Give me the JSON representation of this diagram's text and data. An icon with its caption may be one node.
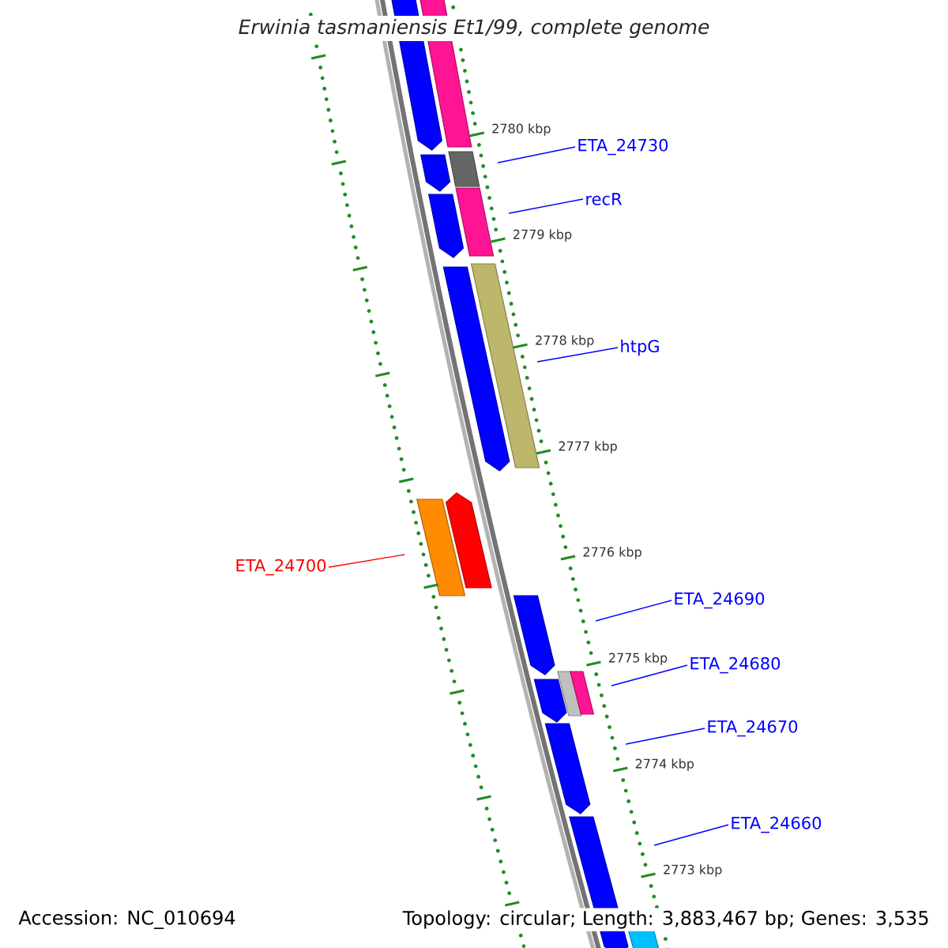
{
  "diagram": {
    "title": "Erwinia tasmaniensis Et1/99, complete genome",
    "nodes": [
      {
        "text": [
          "ETA_24730"
        ]
      },
      {
        "text": [
          "recR"
        ]
      },
      {
        "text": [
          "htpG"
        ]
      },
      {
        "text": [
          "ETA_24700"
        ]
      },
      {
        "text": [
          "ETA_24690"
        ]
      },
      {
        "text": [
          "ETA_24680"
        ]
      },
      {
        "text": [
          "ETA_24670"
        ]
      },
      {
        "text": [
          "ETA_24660"
        ]
      }
    ],
    "edges": [
      {
        "from": 0,
        "to": null,
        "arrow": "none"
      },
      {
        "from": 1,
        "to": null,
        "arrow": "none"
      },
      {
        "from": 2,
        "to": null,
        "arrow": "none"
      },
      {
        "from": 3,
        "to": null,
        "arrow": "none",
        "color": "#ff0000"
      },
      {
        "from": 4,
        "to": null,
        "arrow": "none"
      },
      {
        "from": 5,
        "to": null,
        "arrow": "none"
      },
      {
        "from": 6,
        "to": null,
        "arrow": "none"
      },
      {
        "from": 7,
        "to": null,
        "arrow": "none"
      }
    ],
    "labels": [
      "2780 kbp",
      "2779 kbp",
      "2778 kbp",
      "2777 kbp",
      "2776 kbp",
      "2775 kbp",
      "2774 kbp",
      "2773 kbp",
      "Accession: NC_010694",
      "Topology: circular; Length: 3,883,467 bp; Genes: 3,535"
    ]
  }
}
